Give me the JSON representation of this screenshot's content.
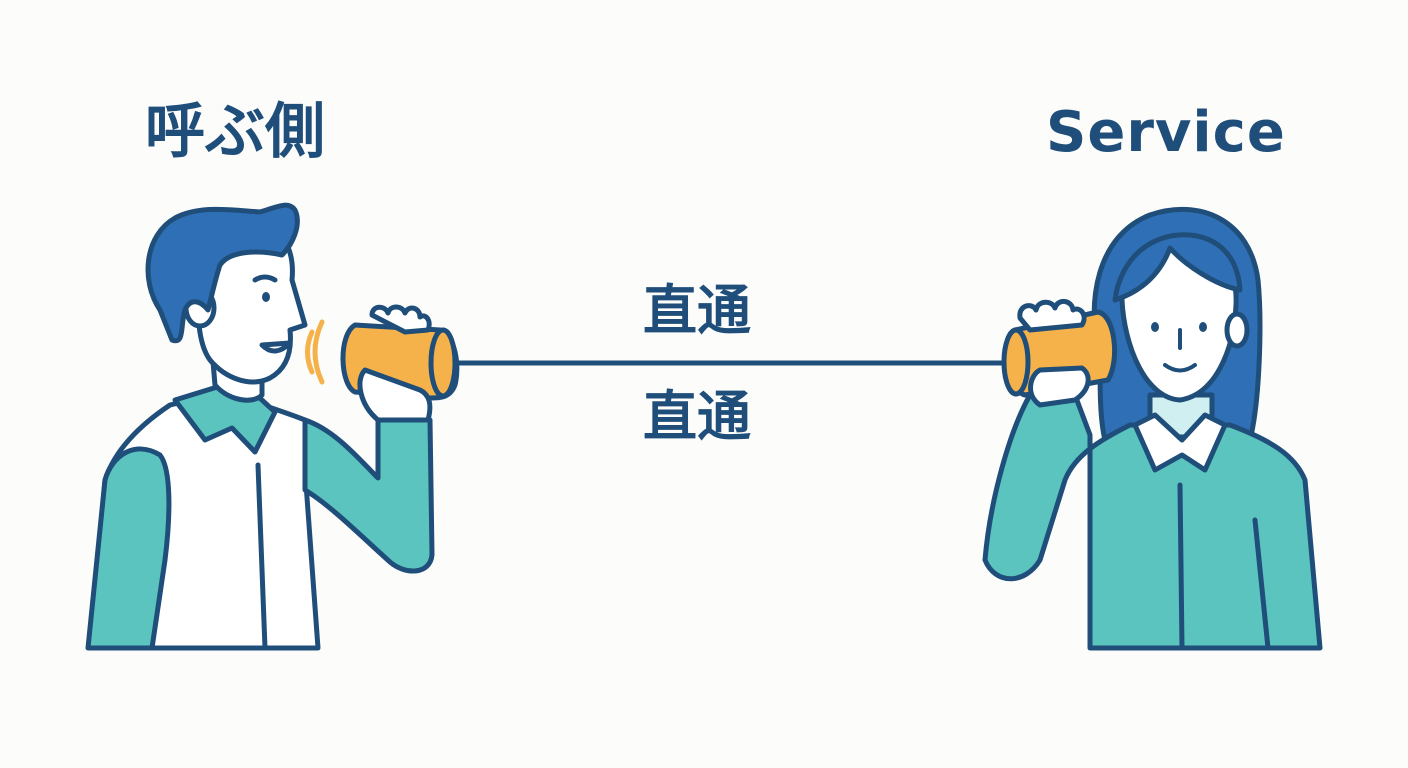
{
  "labels": {
    "caller": "呼ぶ側",
    "service": "Service",
    "connection_top": "直通",
    "connection_bottom": "直通"
  },
  "colors": {
    "outline": "#1f4e7a",
    "hair": "#2f6fb5",
    "shirt_teal": "#5bc4be",
    "skin": "#ffffff",
    "can_orange": "#f6b24a",
    "sound_waves": "#f6b24a",
    "background": "#fcfcfb"
  },
  "icons": {
    "left_person": "man-speaking-icon",
    "right_person": "woman-listening-icon",
    "left_can": "tin-can-phone-icon",
    "right_can": "tin-can-phone-icon",
    "sound": "sound-waves-icon"
  }
}
